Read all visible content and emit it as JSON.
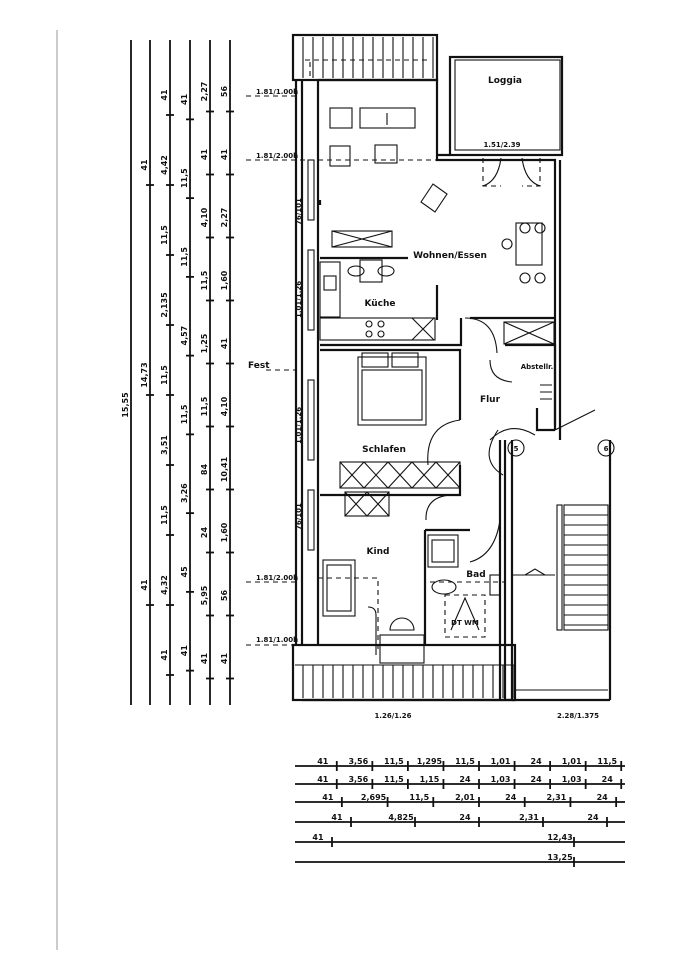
{
  "rooms": {
    "loggia": "Loggia",
    "wohnen_essen": "Wohnen/Essen",
    "kueche": "Küche",
    "schlafen": "Schlafen",
    "flur": "Flur",
    "abstellraum": "Abstellr.",
    "kind": "Kind",
    "bad": "Bad",
    "dt_wm": "DT WM"
  },
  "markers": {
    "fest": "Fest",
    "stair_5": "5",
    "stair_6": "6"
  },
  "openings": {
    "loggia_door": "1.51/2.39",
    "window_top_1": "1.81/1.00h",
    "window_top_2": "1.81/2.00h",
    "window_bottom_1": "1.81/2.00h",
    "window_bottom_2": "1.81/1.00h",
    "win_wohnen": "76/101",
    "win_kueche": "1.01/1.26",
    "win_schlafen": "1.01/1.26",
    "win_kind": "76/101",
    "balcony_bottom": "1.26/1.26",
    "stair_window": "2.28/1.375"
  },
  "vertical_dimensions": [
    [
      "15,55"
    ],
    [
      "41",
      "14,73",
      "41"
    ],
    [
      "41",
      "4,42",
      "11,5",
      "2,135",
      "11,5",
      "3,51",
      "11,5",
      "4,32",
      "41"
    ],
    [
      "41",
      "11,5",
      "11,5",
      "4,57",
      "11,5",
      "3,26",
      "45",
      "41"
    ],
    [
      "2,27",
      "41",
      "4,10",
      "11,5",
      "1,25",
      "11,5",
      "84",
      "24",
      "5,95",
      "41"
    ],
    [
      "56",
      "41",
      "2,27",
      "1,60",
      "41",
      "4,10",
      "10,41",
      "1,60",
      "56",
      "41"
    ]
  ],
  "horizontal_dimensions": [
    [
      "41",
      "3,56",
      "11,5",
      "1,295",
      "11,5",
      "1,01",
      "24",
      "1,01",
      "11,5"
    ],
    [
      "41",
      "3,56",
      "11,5",
      "1,15",
      "24",
      "1,03",
      "24",
      "1,03",
      "24"
    ],
    [
      "41",
      "2,695",
      "11,5",
      "2,01",
      "24",
      "2,31",
      "24"
    ],
    [
      "41",
      "4,825",
      "24",
      "2,31",
      "24"
    ],
    [
      "41",
      "12,43"
    ],
    [
      "13,25"
    ]
  ]
}
